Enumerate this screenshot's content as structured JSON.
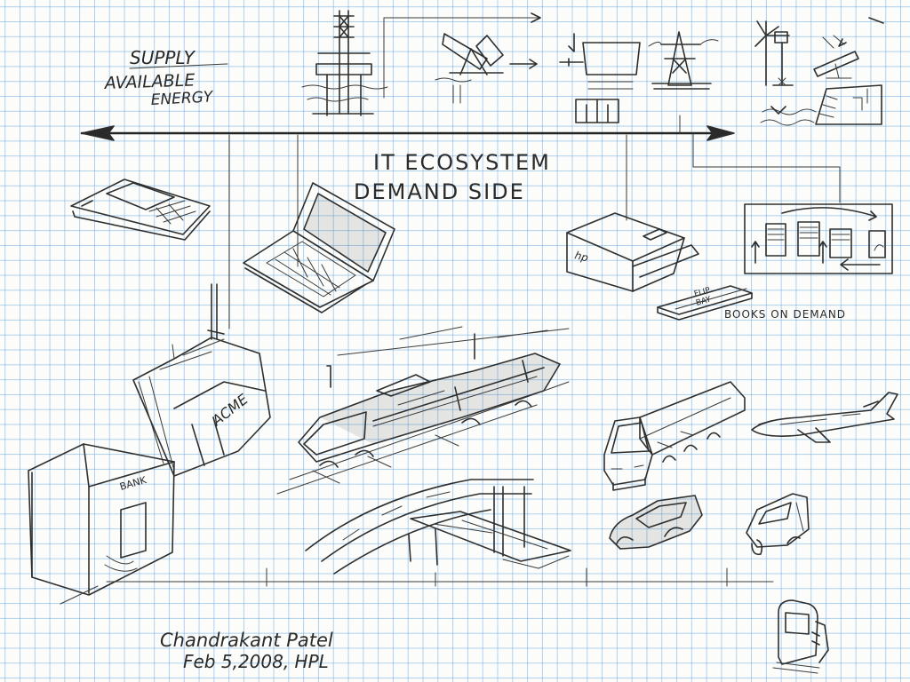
{
  "diagram": {
    "supply_label": "SUPPLY",
    "available_energy_line1": "AVAILABLE",
    "available_energy_line2": "ENERGY",
    "ecosystem_label": "IT ECOSYSTEM",
    "demand_side_label": "DEMAND SIDE",
    "books_on_demand_label": "BOOKS ON DEMAND",
    "bank_label": "BANK",
    "acme_label": "ACME",
    "book_label_line1": "FLIP",
    "book_label_line2": "BAY",
    "printer_label": "hp"
  },
  "signature": {
    "name": "Chandrakant Patel",
    "date_line": "Feb 5,2008, HPL"
  },
  "icons": [
    "offshore-rig-icon",
    "oil-pump-icon",
    "power-plant-icon",
    "transmission-tower-icon",
    "wind-turbine-icon",
    "solar-panel-icon",
    "hydro-dam-icon",
    "handheld-device-icon",
    "laptop-icon",
    "printer-icon",
    "data-center-icon",
    "book-icon",
    "bank-building-icon",
    "factory-icon",
    "train-icon",
    "truck-icon",
    "airplane-icon",
    "car-icon",
    "small-vehicle-icon",
    "highway-overpass-icon",
    "fuel-pump-icon"
  ],
  "colors": {
    "grid": "#6eaae1",
    "ink": "#2e2e2e",
    "paper": "#fcfdfb"
  }
}
